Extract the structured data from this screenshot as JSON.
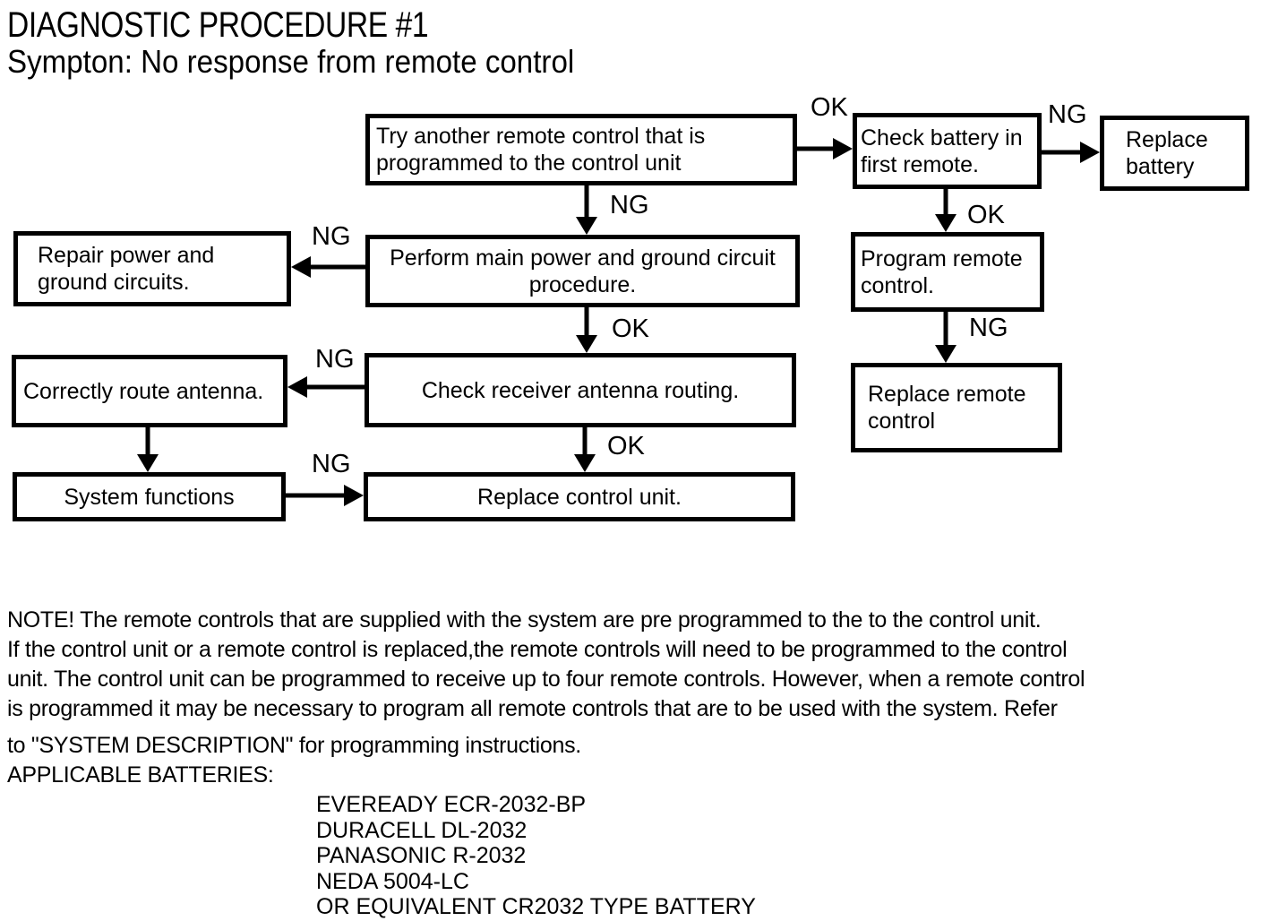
{
  "page": {
    "title": "DIAGNOSTIC PROCEDURE #1",
    "subtitle": "Sympton: No response from remote control"
  },
  "colors": {
    "ink": "#000000",
    "paper": "#ffffff"
  },
  "flowchart": {
    "boxes": [
      {
        "id": "try-another-remote",
        "lines": [
          "Try another remote control that is",
          "programmed to the control unit"
        ]
      },
      {
        "id": "check-battery",
        "lines": [
          "Check battery in",
          "first remote."
        ]
      },
      {
        "id": "replace-battery",
        "lines": [
          "Replace",
          "battery"
        ]
      },
      {
        "id": "perform-power-ground",
        "lines": [
          "Perform main power and ground circuit",
          "procedure."
        ]
      },
      {
        "id": "repair-power-ground",
        "lines": [
          "Repair power and",
          "ground circuits."
        ]
      },
      {
        "id": "program-remote",
        "lines": [
          "Program remote",
          "control."
        ]
      },
      {
        "id": "replace-remote",
        "lines": [
          "Replace remote",
          "control"
        ]
      },
      {
        "id": "check-antenna",
        "lines": [
          "Check receiver antenna routing."
        ]
      },
      {
        "id": "route-antenna",
        "lines": [
          "Correctly route antenna."
        ]
      },
      {
        "id": "system-functions",
        "lines": [
          "System functions"
        ]
      },
      {
        "id": "replace-control-unit",
        "lines": [
          "Replace control unit."
        ]
      }
    ],
    "edge_labels": [
      {
        "id": "try-to-check-battery",
        "text": "OK"
      },
      {
        "id": "check-battery-to-replace-battery",
        "text": "NG"
      },
      {
        "id": "try-to-perform-power",
        "text": "NG"
      },
      {
        "id": "check-battery-to-program-remote",
        "text": "OK"
      },
      {
        "id": "perform-power-to-repair",
        "text": "NG"
      },
      {
        "id": "perform-power-to-check-antenna",
        "text": "OK"
      },
      {
        "id": "program-remote-to-replace-remote",
        "text": "NG"
      },
      {
        "id": "check-antenna-to-route-antenna",
        "text": "NG"
      },
      {
        "id": "check-antenna-to-replace-control",
        "text": "OK"
      },
      {
        "id": "system-to-replace-control",
        "text": "NG"
      }
    ]
  },
  "note": {
    "lines": [
      "NOTE! The remote controls that are supplied with the system are pre programmed to the to the control unit.",
      "If the control unit or a remote control is replaced,the remote controls will need to be programmed to the control",
      "unit. The control unit can be programmed to receive up to four remote controls. However, when a remote control",
      "is programmed it may be necessary to program all remote controls that are to be used with the system. Refer",
      "to \"SYSTEM DESCRIPTION\" for programming instructions.",
      "APPLICABLE BATTERIES:"
    ]
  },
  "batteries": {
    "items": [
      "EVEREADY ECR-2032-BP",
      "DURACELL DL-2032",
      "PANASONIC R-2032",
      "NEDA 5004-LC",
      "OR EQUIVALENT CR2032 TYPE BATTERY"
    ]
  }
}
